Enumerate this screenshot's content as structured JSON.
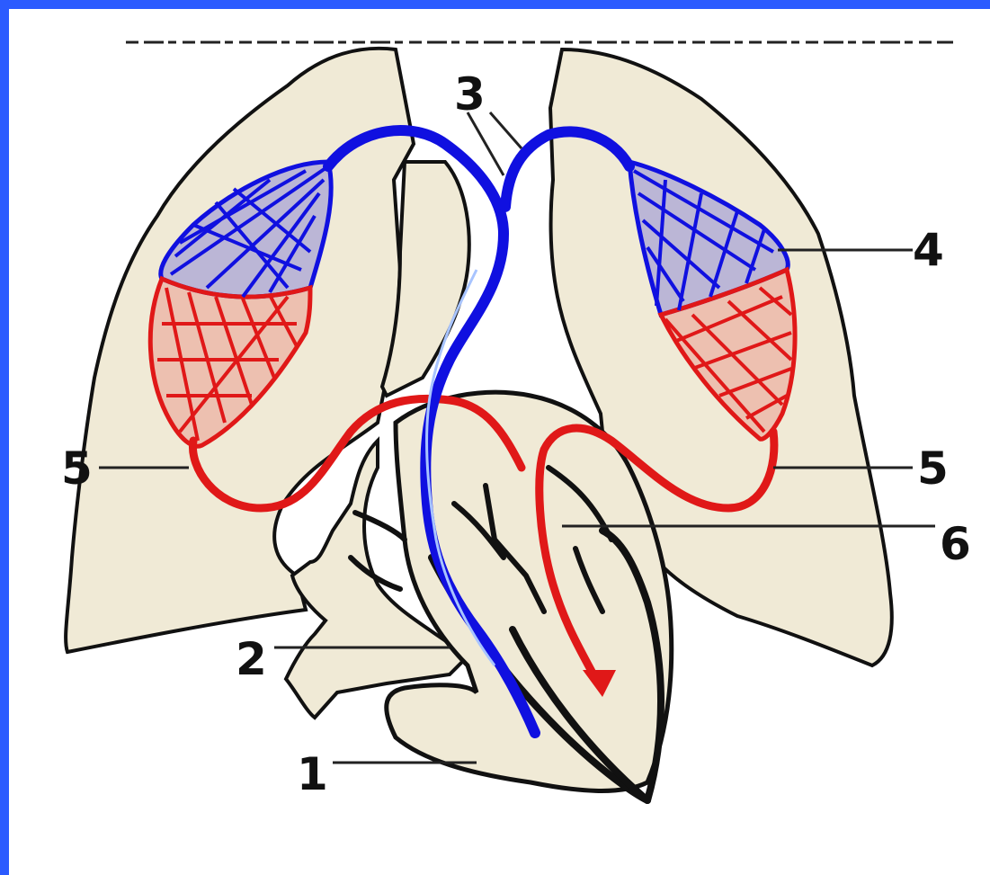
{
  "diagram": {
    "labels": [
      "1",
      "2",
      "3",
      "4",
      "5",
      "5",
      "6"
    ]
  },
  "colors": {
    "frame": "#2b5bff",
    "background": "#ffffff",
    "tissue": "#f0ead6",
    "outline": "#111111",
    "venous": "#1010e0",
    "arterial": "#e01818"
  }
}
